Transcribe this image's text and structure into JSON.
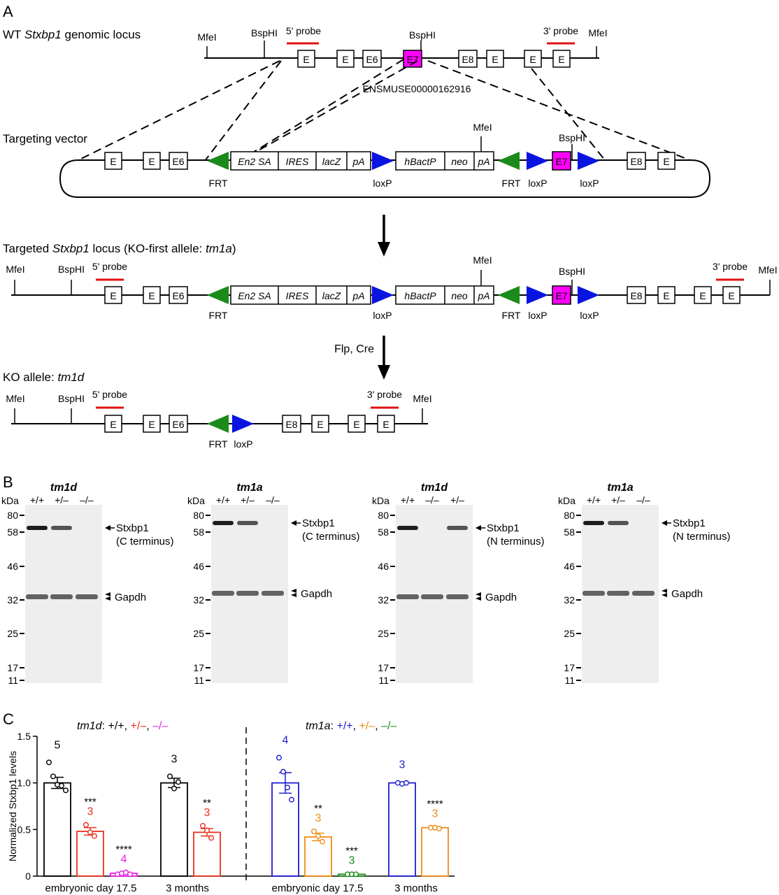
{
  "panels": {
    "a": {
      "letter": "A",
      "wt": {
        "label_pre": "WT ",
        "gene": "Stxbp1",
        "label_post": " genomic locus",
        "mfei": "MfeI",
        "bsphi": "BspHI",
        "probe5": "5' probe",
        "probe3": "3' probe",
        "ensembl": "ENSMUSE00000162916",
        "exons": [
          "E",
          "E",
          "E6",
          "E7",
          "E8",
          "E",
          "E",
          "E"
        ]
      },
      "vector": {
        "label": "Targeting vector",
        "mfei": "MfeI",
        "bsphi": "BspHI",
        "exons_left": [
          "E",
          "E",
          "E6"
        ],
        "cassette": [
          "En2 SA",
          "IRES",
          "lacZ",
          "pA",
          "hBactP",
          "neo",
          "pA"
        ],
        "e7": "E7",
        "exons_right": [
          "E8",
          "E"
        ],
        "frt": "FRT",
        "loxp": "loxP"
      },
      "targeted": {
        "label_pre": "Targeted ",
        "gene": "Stxbp1",
        "label_mid": " locus (KO-first allele: ",
        "allele": "tm1a",
        "label_post": ")",
        "mfei": "MfeI",
        "bsphi": "BspHI",
        "probe5": "5' probe",
        "probe3": "3' probe",
        "exons_left": [
          "E",
          "E",
          "E6"
        ],
        "cassette": [
          "En2 SA",
          "IRES",
          "lacZ",
          "pA",
          "hBactP",
          "neo",
          "pA"
        ],
        "e7": "E7",
        "exons_right": [
          "E8",
          "E",
          "E",
          "E"
        ],
        "frt": "FRT",
        "loxp": "loxP"
      },
      "arrow_label": "Flp, Cre",
      "ko": {
        "label_pre": "KO allele: ",
        "allele": "tm1d",
        "mfei": "MfeI",
        "bsphi": "BspHI",
        "probe5": "5' probe",
        "probe3": "3' probe",
        "exons": [
          "E",
          "E",
          "E6",
          "E8",
          "E",
          "E",
          "E"
        ],
        "frt": "FRT",
        "loxp": "loxP"
      },
      "colors": {
        "exon7": "#ff00ff",
        "frt": "#1a8a1a",
        "loxp": "#0a14e0",
        "probe": "#e01010"
      }
    },
    "b": {
      "letter": "B",
      "kda": "kDa",
      "markers": [
        "80",
        "58",
        "46",
        "32",
        "25",
        "17",
        "11"
      ],
      "blots": [
        {
          "title": "tm1d",
          "lanes": [
            "+/+",
            "+/–",
            "–/–"
          ],
          "band": "Stxbp1",
          "terminus": "(C terminus)",
          "control": "Gapdh"
        },
        {
          "title": "tm1a",
          "lanes": [
            "+/+",
            "+/–",
            "–/–"
          ],
          "band": "Stxbp1",
          "terminus": "(C terminus)",
          "control": "Gapdh"
        },
        {
          "title": "tm1d",
          "lanes": [
            "+/+",
            "–/–",
            "+/–"
          ],
          "band": "Stxbp1",
          "terminus": "(N terminus)",
          "control": "Gapdh"
        },
        {
          "title": "tm1a",
          "lanes": [
            "+/+",
            "+/–",
            "–/–"
          ],
          "band": "Stxbp1",
          "terminus": "(N terminus)",
          "control": "Gapdh"
        }
      ]
    },
    "c": {
      "letter": "C",
      "chart_data": {
        "type": "bar",
        "ylabel": "Normalized Stxbp1 levels",
        "ylim": [
          0,
          1.5
        ],
        "yticks": [
          "0",
          "0.5",
          "1.0",
          "1.5"
        ],
        "xlabels": [
          "embryonic day 17.5",
          "3 months",
          "embryonic day 17.5",
          "3 months"
        ],
        "legend_left": {
          "allele": "tm1d",
          "items": [
            ": +/+",
            ", ",
            "+/–",
            ", ",
            "–/–"
          ]
        },
        "legend_right": {
          "allele": "tm1a",
          "items": [
            ": ",
            "+/+",
            ", ",
            "+/–",
            ", ",
            "–/–"
          ]
        },
        "groups": [
          {
            "name": "tm1d",
            "bars": [
              {
                "genotype": "+/+",
                "age": "embryonic day 17.5",
                "value": 1.0,
                "sem": 0.06,
                "n": "5",
                "stars": "",
                "color": "#000000",
                "points": [
                  1.22,
                  1.07,
                  0.98,
                  0.97,
                  0.92
                ]
              },
              {
                "genotype": "+/–",
                "age": "embryonic day 17.5",
                "value": 0.48,
                "sem": 0.04,
                "n": "3",
                "stars": "***",
                "color": "#e8321e",
                "points": [
                  0.55,
                  0.47,
                  0.43
                ]
              },
              {
                "genotype": "–/–",
                "age": "embryonic day 17.5",
                "value": 0.03,
                "sem": 0.01,
                "n": "4",
                "stars": "****",
                "color": "#e61ee6",
                "points": [
                  0.02,
                  0.03,
                  0.04,
                  0.02
                ]
              },
              {
                "genotype": "+/+",
                "age": "3 months",
                "value": 1.0,
                "sem": 0.05,
                "n": "3",
                "stars": "",
                "color": "#000000",
                "points": [
                  1.07,
                  0.94,
                  1.01
                ]
              },
              {
                "genotype": "+/–",
                "age": "3 months",
                "value": 0.47,
                "sem": 0.04,
                "n": "3",
                "stars": "**",
                "color": "#e8321e",
                "points": [
                  0.54,
                  0.49,
                  0.41
                ]
              }
            ]
          },
          {
            "name": "tm1a",
            "bars": [
              {
                "genotype": "+/+",
                "age": "embryonic day 17.5",
                "value": 1.0,
                "sem": 0.11,
                "n": "4",
                "stars": "",
                "color": "#1e1ed2",
                "points": [
                  1.27,
                  1.12,
                  0.95,
                  0.82
                ]
              },
              {
                "genotype": "+/–",
                "age": "embryonic day 17.5",
                "value": 0.42,
                "sem": 0.04,
                "n": "3",
                "stars": "**",
                "color": "#f08c14",
                "points": [
                  0.48,
                  0.43,
                  0.37
                ]
              },
              {
                "genotype": "–/–",
                "age": "embryonic day 17.5",
                "value": 0.02,
                "sem": 0.005,
                "n": "3",
                "stars": "***",
                "color": "#1a8a1a",
                "points": [
                  0.02,
                  0.02,
                  0.02
                ]
              },
              {
                "genotype": "+/+",
                "age": "3 months",
                "value": 1.0,
                "sem": 0.01,
                "n": "3",
                "stars": "",
                "color": "#1e1ed2",
                "points": [
                  1.0,
                  0.99,
                  1.0
                ]
              },
              {
                "genotype": "+/–",
                "age": "3 months",
                "value": 0.52,
                "sem": 0.01,
                "n": "3",
                "stars": "****",
                "color": "#f08c14",
                "points": [
                  0.52,
                  0.52,
                  0.51
                ]
              }
            ]
          }
        ]
      }
    }
  }
}
